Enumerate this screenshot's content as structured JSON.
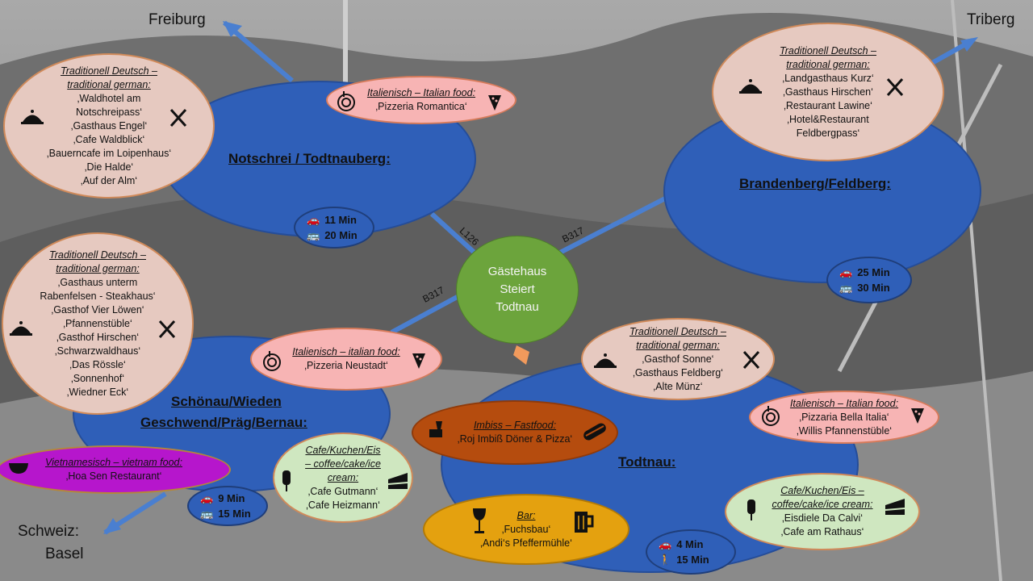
{
  "center": {
    "lines": [
      "Gästehaus",
      "Steiert",
      "Todtnau"
    ]
  },
  "directions": {
    "freiburg": "Freiburg",
    "triberg": "Triberg",
    "schweiz": "Schweiz:",
    "basel": "Basel"
  },
  "roads": {
    "l126": "L126",
    "b317_right": "B317",
    "b317_left": "B317"
  },
  "regions": {
    "notschrei": "Notschrei  / Todtnauberg:",
    "brandenberg": "Brandenberg/Feldberg:",
    "schoenau_1": "Schönau/Wieden",
    "schoenau_2": "Geschwend/Präg/Bernau:",
    "todtnau": "Todtnau:"
  },
  "times": {
    "notschrei": {
      "car": "11 Min",
      "bus": "20 Min"
    },
    "brandenberg": {
      "car": "25 Min",
      "bus": "30 Min"
    },
    "schoenau": {
      "car": "9 Min",
      "bus": "15 Min"
    },
    "todtnau": {
      "car": "4 Min",
      "walk": "15 Min"
    }
  },
  "bubbles": {
    "notschrei_trad": {
      "head": [
        "Traditionell Deutsch –",
        "traditional german:"
      ],
      "items": [
        "‚Waldhotel am",
        "Notschreipass‘",
        "‚Gasthaus Engel‘",
        "‚Cafe Waldblick‘",
        "‚Bauerncafe im Loipenhaus‘",
        "‚Die Halde‘",
        "‚Auf der Alm‘"
      ]
    },
    "notschrei_ital": {
      "head": [
        "Italienisch – Italian food:"
      ],
      "items": [
        "‚Pizzeria Romantica‘"
      ]
    },
    "feldberg_trad": {
      "head": [
        "Traditionell Deutsch –",
        "traditional german:"
      ],
      "items": [
        "‚Landgasthaus Kurz‘",
        "‚Gasthaus Hirschen‘",
        "‚Restaurant Lawine‘",
        "‚Hotel&Restaurant",
        "Feldbergpass‘"
      ]
    },
    "schoenau_trad": {
      "head": [
        "Traditionell Deutsch –",
        "traditional german:"
      ],
      "items": [
        "‚Gasthaus unterm",
        "Rabenfelsen - Steakhaus‘",
        "‚Gasthof Vier Löwen‘",
        "‚Pfannenstüble‘",
        "‚Gasthof Hirschen‘",
        "‚Schwarzwaldhaus‘",
        "‚Das Rössle‘",
        "‚Sonnenhof‘",
        "‚Wiedner Eck‘"
      ]
    },
    "schoenau_ital": {
      "head": [
        "Italienisch – italian food:"
      ],
      "items": [
        "‚Pizzeria Neustadt‘"
      ]
    },
    "vietnam": {
      "head": [
        "Vietnamesisch – vietnam food:"
      ],
      "items": [
        "‚Hoa Sen Restaurant‘"
      ]
    },
    "schoenau_cafe": {
      "head": [
        "Cafe/Kuchen/Eis",
        "– coffee/cake/ice",
        "cream:"
      ],
      "items": [
        "‚Cafe Gutmann‘",
        "‚Cafe Heizmann‘"
      ]
    },
    "todtnau_trad": {
      "head": [
        "Traditionell Deutsch –",
        "traditional german:"
      ],
      "items": [
        "‚Gasthof Sonne‘",
        "‚Gasthaus Feldberg‘",
        "‚Alte Münz‘"
      ]
    },
    "todtnau_ital": {
      "head": [
        "Italienisch – Italian food:"
      ],
      "items": [
        "‚Pizzaria Bella Italia‘",
        "‚Willis Pfannenstüble‘"
      ]
    },
    "imbiss": {
      "head": [
        "Imbiss – Fastfood:"
      ],
      "items": [
        "‚Roj Imbiß Döner & Pizza‘"
      ]
    },
    "todtnau_cafe": {
      "head": [
        "Cafe/Kuchen/Eis –",
        "coffee/cake/ice cream:"
      ],
      "items": [
        "‚Eisdiele Da Calvi‘",
        "‚Cafe am Rathaus‘"
      ]
    },
    "bar": {
      "head": [
        "Bar:"
      ],
      "items": [
        "‚Fuchsbau‘",
        "‚Andi‘s Pfeffermühle‘"
      ]
    }
  },
  "colors": {
    "region": "#2f5fb8",
    "center": "#6ca43c",
    "arrow": "#4a7fd0"
  }
}
